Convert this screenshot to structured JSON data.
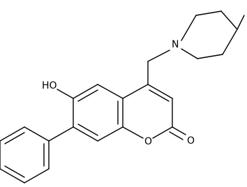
{
  "structure": {
    "atom_labels": {
      "hydroxyl": "HO",
      "nitrogen": "N",
      "ring_oxygen": "O",
      "carbonyl_oxygen": "O"
    }
  }
}
